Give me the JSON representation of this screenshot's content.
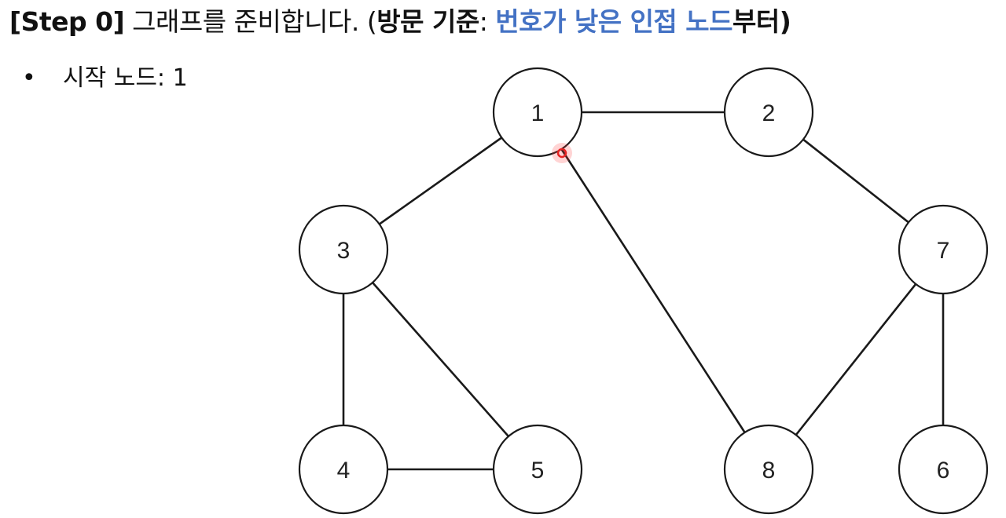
{
  "title": {
    "step_tag": "[Step 0]",
    "text1": " 그래프를 준비합니다. (",
    "bold_text": "방문 기준",
    "colon": ": ",
    "highlight_text": "번호가 낮은 인접 노드",
    "tail": "부터)"
  },
  "bullet": {
    "marker": "•",
    "text": "시작 노드: 1"
  },
  "colors": {
    "highlight": "#4472c4",
    "cursor": "#e52222",
    "edge": "#1a1a1a"
  },
  "graph": {
    "nodes": [
      {
        "id": "1",
        "label": "1"
      },
      {
        "id": "2",
        "label": "2"
      },
      {
        "id": "3",
        "label": "3"
      },
      {
        "id": "4",
        "label": "4"
      },
      {
        "id": "5",
        "label": "5"
      },
      {
        "id": "6",
        "label": "6"
      },
      {
        "id": "7",
        "label": "7"
      },
      {
        "id": "8",
        "label": "8"
      }
    ],
    "edges": [
      [
        "1",
        "2"
      ],
      [
        "1",
        "3"
      ],
      [
        "1",
        "8"
      ],
      [
        "2",
        "7"
      ],
      [
        "3",
        "4"
      ],
      [
        "3",
        "5"
      ],
      [
        "4",
        "5"
      ],
      [
        "7",
        "8"
      ],
      [
        "7",
        "6"
      ]
    ]
  }
}
